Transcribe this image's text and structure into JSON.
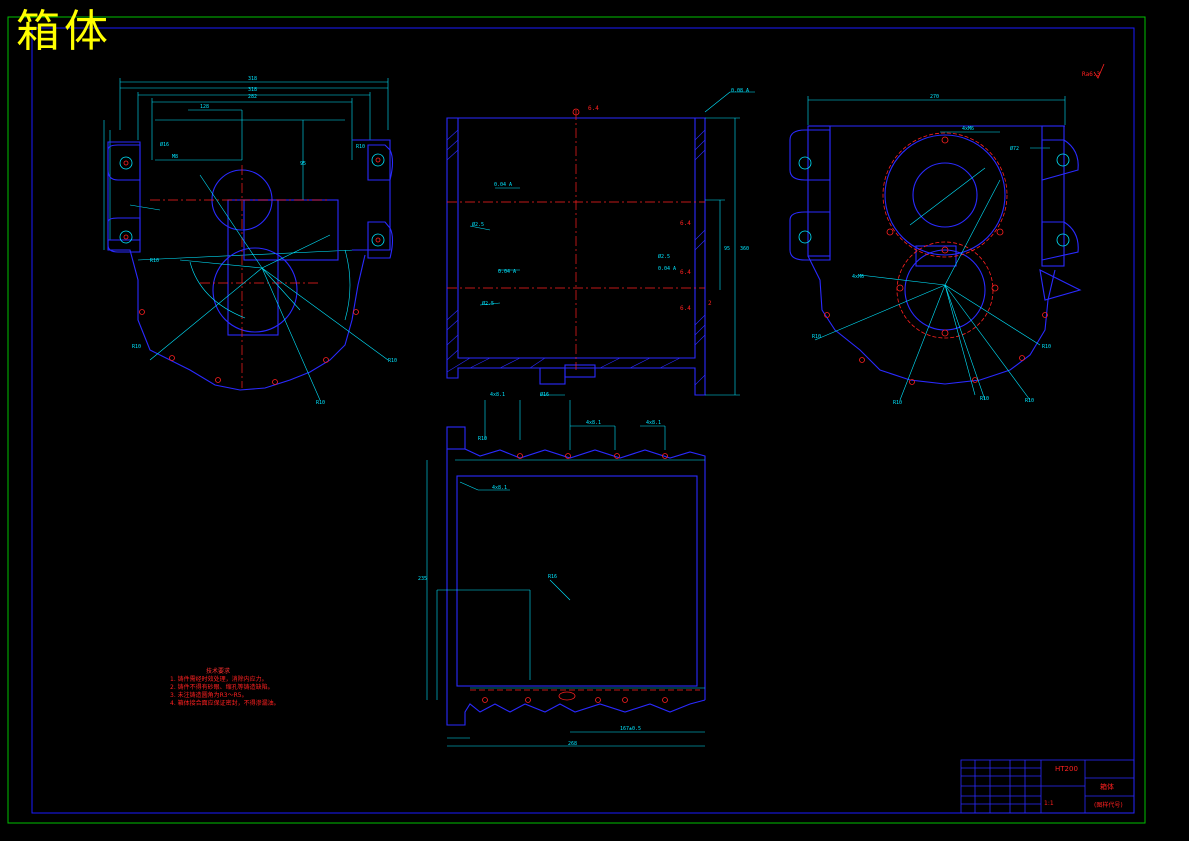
{
  "sheet": {
    "title": "箱体",
    "width": 1189,
    "height": 841,
    "colors": {
      "background": "#000000",
      "outer_border": "#00c000",
      "inner_border": "#1a1aff",
      "outline": "#2a2aff",
      "dimension": "#00e5ff",
      "centerline": "#ff2020",
      "title": "#ffff00",
      "notes": "#ff2020"
    }
  },
  "tech_notes": {
    "title": "技术要求",
    "items": [
      "1. 铸件需经时效处理，消除内应力。",
      "2. 铸件不得有砂眼、缩孔等铸造缺陷。",
      "3. 未注铸造圆角为R3～R5。",
      "4. 箱体接合面应保证密封，不得渗漏油。"
    ]
  },
  "title_block": {
    "part_name": "箱体",
    "material": "HT200",
    "scale": "1:1",
    "drawing_no": "(图样代号)"
  }
}
